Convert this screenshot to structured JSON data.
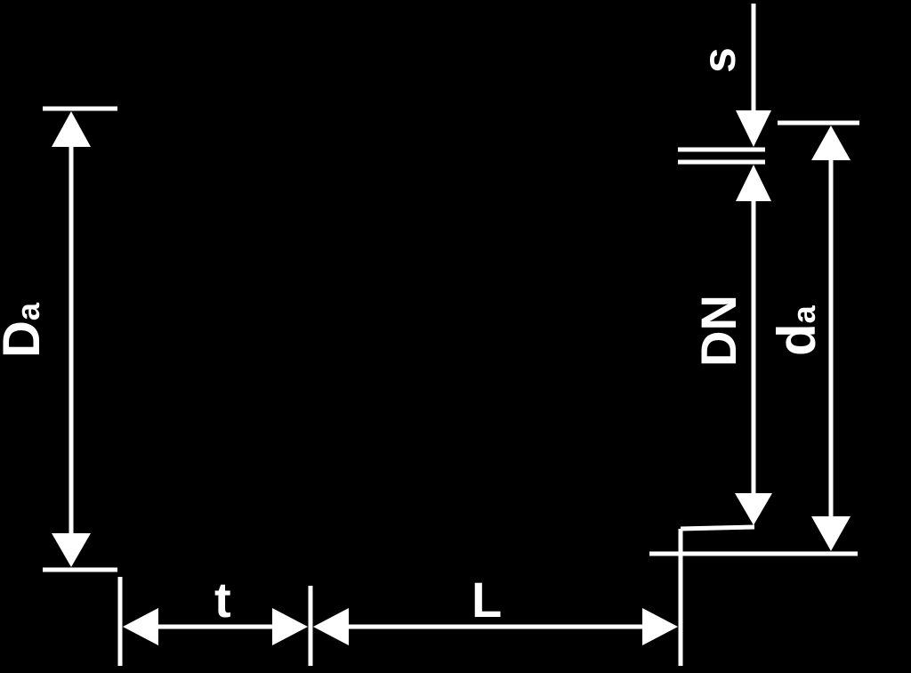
{
  "diagram": {
    "background_color": "#000000",
    "line_color": "#ffffff",
    "dimensions": {
      "outer_diameter": {
        "main": "D",
        "sub": "a"
      },
      "wall_thickness": {
        "main": "s"
      },
      "nominal_diameter": {
        "main": "DN"
      },
      "inner_diameter": {
        "main": "d",
        "sub": "a"
      },
      "socket_depth": {
        "main": "t"
      },
      "length": {
        "main": "L"
      }
    }
  }
}
